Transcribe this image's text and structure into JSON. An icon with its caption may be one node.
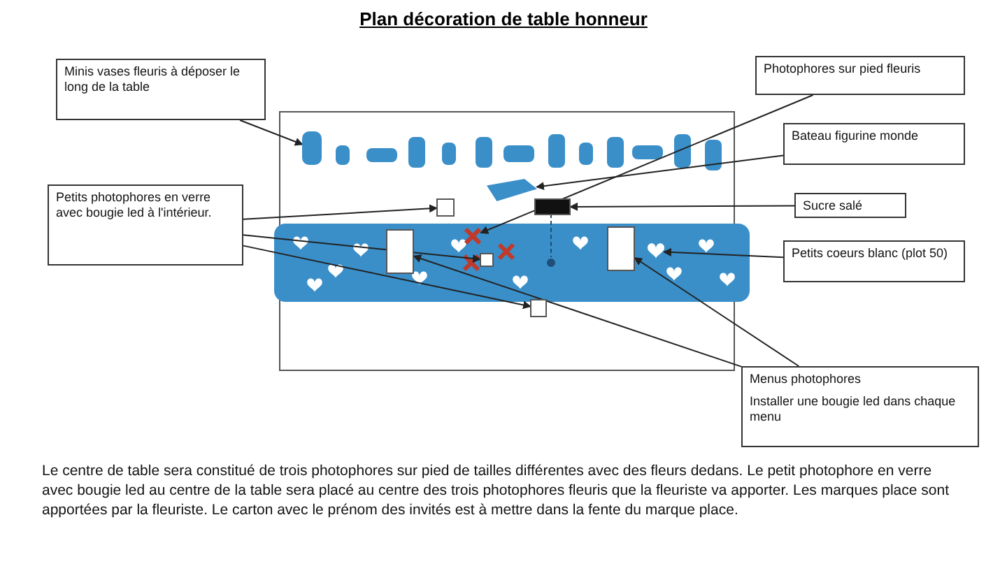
{
  "diagram": {
    "title": "Plan décoration de table honneur",
    "caption": "Le centre de table sera constitué de trois photophores sur pied de tailles différentes avec des fleurs dedans. Le petit photophore en verre avec bougie led au centre de la table sera placé au centre des trois photophores fleuris que la fleuriste va apporter. Les marques place sont apportées par la fleuriste. Le carton avec le prénom des invités est à mettre dans la fente du marque place.",
    "nodes": [
      {
        "text": [
          "Minis vases fleuris à déposer le long de la table"
        ]
      },
      {
        "text": [],
        "shape": "cylinder"
      },
      {
        "text": [
          "Photophores sur pied fleuris"
        ]
      },
      {
        "text": [],
        "shape": "cross"
      },
      {
        "text": [
          "Bateau figurine monde"
        ]
      },
      {
        "text": [],
        "shape": "boat"
      },
      {
        "text": [
          "Sucre salé"
        ]
      },
      {
        "text": [],
        "shape": "box"
      },
      {
        "text": [
          "Petits photophores en verre avec bougie led à l'intérieur."
        ]
      },
      {
        "text": [],
        "shape": "box"
      },
      {
        "text": [],
        "shape": "box"
      },
      {
        "text": [],
        "shape": "box"
      },
      {
        "text": [
          "Petits coeurs blanc (plot 50)"
        ]
      },
      {
        "text": [],
        "shape": "heart"
      },
      {
        "text": [
          "Menus photophores",
          "Installer une bougie led dans chaque menu"
        ]
      },
      {
        "text": [],
        "shape": "box"
      },
      {
        "text": [],
        "shape": "box"
      }
    ],
    "edges": [
      {
        "from": 0,
        "to": 1,
        "arrow": "to"
      },
      {
        "from": 2,
        "to": 3,
        "arrow": "to"
      },
      {
        "from": 4,
        "to": 5,
        "arrow": "to"
      },
      {
        "from": 6,
        "to": 7,
        "arrow": "to"
      },
      {
        "from": 8,
        "to": 9,
        "arrow": "to"
      },
      {
        "from": 8,
        "to": 10,
        "arrow": "to"
      },
      {
        "from": 8,
        "to": 11,
        "arrow": "to"
      },
      {
        "from": 12,
        "to": 13,
        "arrow": "to"
      },
      {
        "from": 14,
        "to": 15,
        "arrow": "to"
      },
      {
        "from": 14,
        "to": 16,
        "arrow": "to"
      }
    ]
  }
}
